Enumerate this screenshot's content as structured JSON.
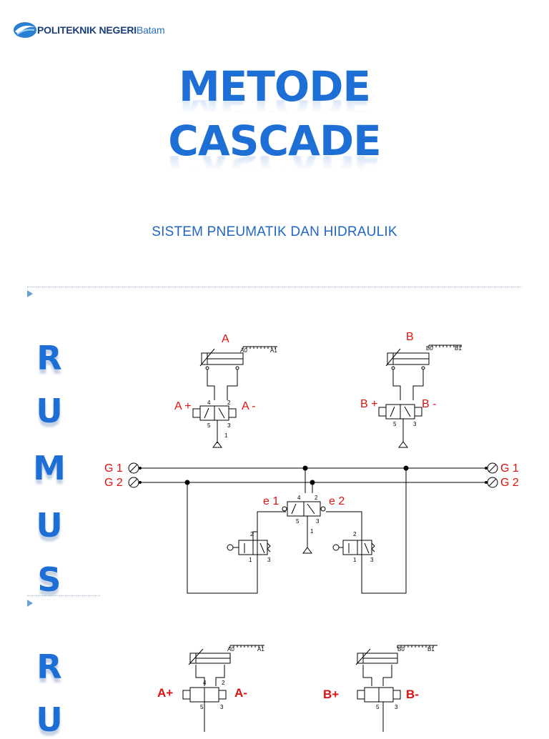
{
  "header": {
    "logo_name": "POLITEKNIK NEGERI",
    "logo_city": "Batam"
  },
  "title": {
    "line1": "METODE",
    "line2": "CASCADE"
  },
  "subtitle": "SISTEM PNEUMATIK DAN HIDRAULIK",
  "side_text_1": [
    "R",
    "U",
    "M",
    "U",
    "S"
  ],
  "side_text_2": [
    "R",
    "U"
  ],
  "diagram1": {
    "cyl_a": "A",
    "cyl_b": "B",
    "a0": "A0",
    "a1": "A1",
    "b0": "B0",
    "b1": "B1",
    "a_plus": "A +",
    "a_minus": "A -",
    "b_plus": "B +",
    "b_minus": "B -",
    "g1": "G 1",
    "g2": "G 2",
    "e1": "e 1",
    "e2": "e 2",
    "port_4": "4",
    "port_2": "2",
    "port_5": "5",
    "port_3": "3",
    "port_1": "1"
  },
  "diagram2": {
    "a0": "A0",
    "a1": "A1",
    "b0": "B0",
    "b1": "B1",
    "a_plus": "A+",
    "a_minus": "A-",
    "b_plus": "B+",
    "b_minus": "B-"
  },
  "colors": {
    "title_blue": "#1d6fd6",
    "label_red": "#e01010",
    "line": "#000000"
  }
}
